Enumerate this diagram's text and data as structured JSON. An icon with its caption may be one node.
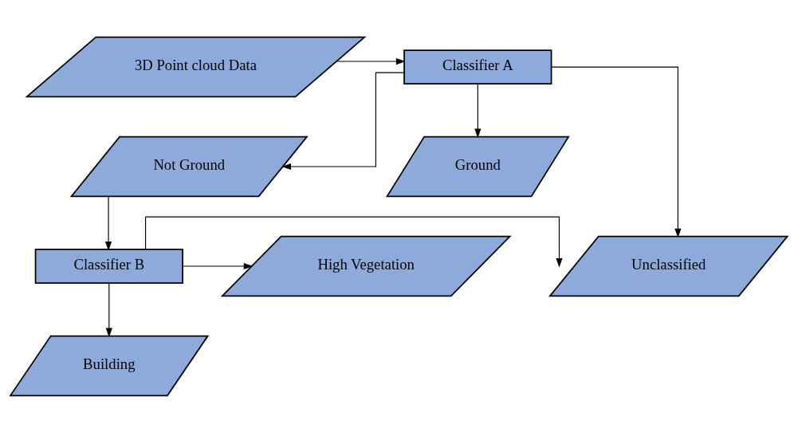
{
  "diagram": {
    "nodes": [
      {
        "text": [
          "3D Point cloud Data"
        ]
      },
      {
        "text": [
          "Classifier A"
        ]
      },
      {
        "text": [
          "Not Ground"
        ]
      },
      {
        "text": [
          "Ground"
        ]
      },
      {
        "text": [
          "Unclassified"
        ]
      },
      {
        "text": [
          "Classifier B"
        ]
      },
      {
        "text": [
          "High Vegetation"
        ]
      },
      {
        "text": [
          "Building"
        ]
      }
    ],
    "edges": [
      {
        "from": 0,
        "to": 1,
        "arrow": "to"
      },
      {
        "from": 1,
        "to": 2,
        "arrow": "to"
      },
      {
        "from": 1,
        "to": 3,
        "arrow": "to"
      },
      {
        "from": 1,
        "to": 4,
        "arrow": "to"
      },
      {
        "from": 2,
        "to": 5,
        "arrow": "to"
      },
      {
        "from": 5,
        "to": 4,
        "arrow": "to"
      },
      {
        "from": 5,
        "to": 6,
        "arrow": "to"
      },
      {
        "from": 5,
        "to": 7,
        "arrow": "to"
      }
    ]
  }
}
